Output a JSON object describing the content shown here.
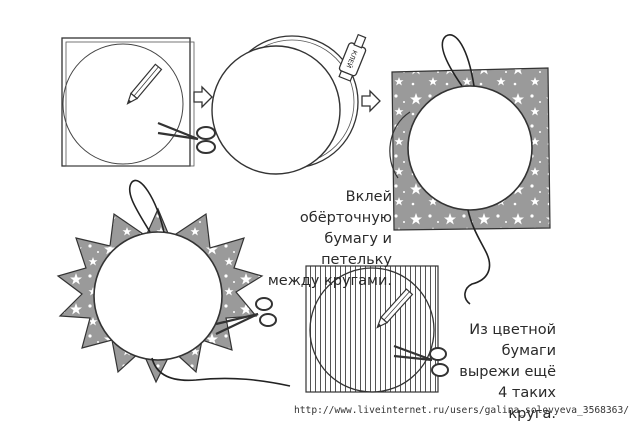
{
  "instructions": {
    "glue_step": [
      "Вклей обёрточную",
      "бумагу и петельку",
      "между кругами."
    ],
    "cut_step": [
      "Из цветной",
      "бумаги",
      "вырежи ещё",
      "4 таких круга."
    ]
  },
  "glue_tube_label": "КЛЕЙ",
  "footer": {
    "url": "http://www.liveinternet.ru/users/galina_solovyeva_3568363/"
  }
}
